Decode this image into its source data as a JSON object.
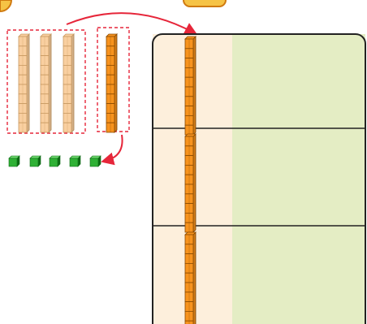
{
  "colors": {
    "tan_rod_fill": "#f9cfa0",
    "tan_rod_stroke": "#c99a62",
    "orange_rod_fill": "#f7931e",
    "orange_rod_stroke": "#8a4a00",
    "unit_cube_fill": "#2fb135",
    "unit_cube_stroke": "#0d6b14",
    "dashed_box": "#e6263a",
    "arrow": "#e6263a",
    "board_left_column": "#fdefdc",
    "board_right_column": "#e4edc4",
    "board_border": "#222222",
    "top_badge_fill": "#f6c345",
    "top_badge_stroke": "#d07a10"
  },
  "left_group": {
    "tan_tens_rods": 3,
    "orange_tens_rods": 1,
    "unit_cubes": 5
  },
  "place_value_board": {
    "rows": 3,
    "columns": 2,
    "orange_rods_per_row": [
      1,
      1,
      1
    ]
  }
}
